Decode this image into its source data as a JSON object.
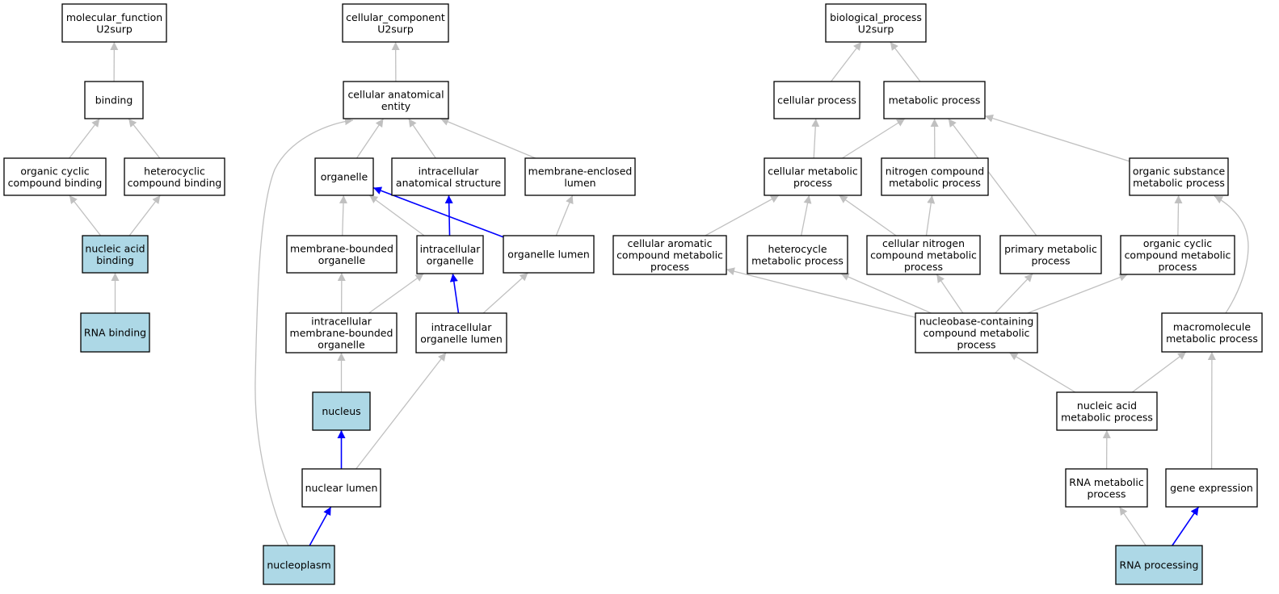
{
  "colors": {
    "default_fill": "#ffffff",
    "highlight_fill": "#add8e6",
    "edge_grey": "#c0c0c0",
    "edge_blue": "#0000ff",
    "border": "#000000"
  },
  "nodes": [
    {
      "id": "mf",
      "lines": [
        "molecular_function",
        "U2surp"
      ],
      "highlight": false
    },
    {
      "id": "binding",
      "lines": [
        "binding"
      ],
      "highlight": false
    },
    {
      "id": "ocb",
      "lines": [
        "organic cyclic",
        "compound binding"
      ],
      "highlight": false
    },
    {
      "id": "hcb",
      "lines": [
        "heterocyclic",
        "compound binding"
      ],
      "highlight": false
    },
    {
      "id": "nab",
      "lines": [
        "nucleic acid",
        "binding"
      ],
      "highlight": true
    },
    {
      "id": "rnab",
      "lines": [
        "RNA binding"
      ],
      "highlight": true
    },
    {
      "id": "cc",
      "lines": [
        "cellular_component",
        "U2surp"
      ],
      "highlight": false
    },
    {
      "id": "cae",
      "lines": [
        "cellular anatomical",
        "entity"
      ],
      "highlight": false
    },
    {
      "id": "organelle",
      "lines": [
        "organelle"
      ],
      "highlight": false
    },
    {
      "id": "ias",
      "lines": [
        "intracellular",
        "anatomical structure"
      ],
      "highlight": false
    },
    {
      "id": "mel",
      "lines": [
        "membrane-enclosed",
        "lumen"
      ],
      "highlight": false
    },
    {
      "id": "mbo",
      "lines": [
        "membrane-bounded",
        "organelle"
      ],
      "highlight": false
    },
    {
      "id": "io",
      "lines": [
        "intracellular",
        "organelle"
      ],
      "highlight": false
    },
    {
      "id": "ol",
      "lines": [
        "organelle lumen"
      ],
      "highlight": false
    },
    {
      "id": "imbo",
      "lines": [
        "intracellular",
        "membrane-bounded",
        "organelle"
      ],
      "highlight": false
    },
    {
      "id": "iol",
      "lines": [
        "intracellular",
        "organelle lumen"
      ],
      "highlight": false
    },
    {
      "id": "nucleus",
      "lines": [
        "nucleus"
      ],
      "highlight": true
    },
    {
      "id": "nl",
      "lines": [
        "nuclear lumen"
      ],
      "highlight": false
    },
    {
      "id": "np",
      "lines": [
        "nucleoplasm"
      ],
      "highlight": true
    },
    {
      "id": "bp",
      "lines": [
        "biological_process",
        "U2surp"
      ],
      "highlight": false
    },
    {
      "id": "cp",
      "lines": [
        "cellular process"
      ],
      "highlight": false
    },
    {
      "id": "mp",
      "lines": [
        "metabolic process"
      ],
      "highlight": false
    },
    {
      "id": "cmp",
      "lines": [
        "cellular metabolic",
        "process"
      ],
      "highlight": false
    },
    {
      "id": "ncmp",
      "lines": [
        "nitrogen compound",
        "metabolic process"
      ],
      "highlight": false
    },
    {
      "id": "osmp",
      "lines": [
        "organic substance",
        "metabolic process"
      ],
      "highlight": false
    },
    {
      "id": "cacmp",
      "lines": [
        "cellular aromatic",
        "compound metabolic",
        "process"
      ],
      "highlight": false
    },
    {
      "id": "hmp",
      "lines": [
        "heterocycle",
        "metabolic process"
      ],
      "highlight": false
    },
    {
      "id": "cncmp",
      "lines": [
        "cellular nitrogen",
        "compound metabolic",
        "process"
      ],
      "highlight": false
    },
    {
      "id": "pmp",
      "lines": [
        "primary metabolic",
        "process"
      ],
      "highlight": false
    },
    {
      "id": "occmp",
      "lines": [
        "organic cyclic",
        "compound metabolic",
        "process"
      ],
      "highlight": false
    },
    {
      "id": "nbccmp",
      "lines": [
        "nucleobase-containing",
        "compound metabolic",
        "process"
      ],
      "highlight": false
    },
    {
      "id": "mmp",
      "lines": [
        "macromolecule",
        "metabolic process"
      ],
      "highlight": false
    },
    {
      "id": "namp",
      "lines": [
        "nucleic acid",
        "metabolic process"
      ],
      "highlight": false
    },
    {
      "id": "rnamp",
      "lines": [
        "RNA metabolic",
        "process"
      ],
      "highlight": false
    },
    {
      "id": "ge",
      "lines": [
        "gene expression"
      ],
      "highlight": false
    },
    {
      "id": "rnap",
      "lines": [
        "RNA processing"
      ],
      "highlight": true
    }
  ],
  "edges": [
    {
      "from": "binding",
      "to": "mf",
      "color": "grey"
    },
    {
      "from": "ocb",
      "to": "binding",
      "color": "grey"
    },
    {
      "from": "hcb",
      "to": "binding",
      "color": "grey"
    },
    {
      "from": "nab",
      "to": "ocb",
      "color": "grey"
    },
    {
      "from": "nab",
      "to": "hcb",
      "color": "grey"
    },
    {
      "from": "rnab",
      "to": "nab",
      "color": "grey"
    },
    {
      "from": "cae",
      "to": "cc",
      "color": "grey"
    },
    {
      "from": "organelle",
      "to": "cae",
      "color": "grey"
    },
    {
      "from": "ias",
      "to": "cae",
      "color": "grey"
    },
    {
      "from": "mel",
      "to": "cae",
      "color": "grey"
    },
    {
      "from": "np",
      "to": "cae",
      "color": "grey"
    },
    {
      "from": "mbo",
      "to": "organelle",
      "color": "grey"
    },
    {
      "from": "io",
      "to": "organelle",
      "color": "grey"
    },
    {
      "from": "ol",
      "to": "organelle",
      "color": "blue"
    },
    {
      "from": "io",
      "to": "ias",
      "color": "blue"
    },
    {
      "from": "ol",
      "to": "mel",
      "color": "grey"
    },
    {
      "from": "imbo",
      "to": "mbo",
      "color": "grey"
    },
    {
      "from": "imbo",
      "to": "io",
      "color": "grey"
    },
    {
      "from": "iol",
      "to": "io",
      "color": "blue"
    },
    {
      "from": "iol",
      "to": "ol",
      "color": "grey"
    },
    {
      "from": "nucleus",
      "to": "imbo",
      "color": "grey"
    },
    {
      "from": "nl",
      "to": "nucleus",
      "color": "blue"
    },
    {
      "from": "nl",
      "to": "iol",
      "color": "grey"
    },
    {
      "from": "np",
      "to": "nl",
      "color": "blue"
    },
    {
      "from": "cp",
      "to": "bp",
      "color": "grey"
    },
    {
      "from": "mp",
      "to": "bp",
      "color": "grey"
    },
    {
      "from": "cmp",
      "to": "cp",
      "color": "grey"
    },
    {
      "from": "cmp",
      "to": "mp",
      "color": "grey"
    },
    {
      "from": "ncmp",
      "to": "mp",
      "color": "grey"
    },
    {
      "from": "osmp",
      "to": "mp",
      "color": "grey"
    },
    {
      "from": "pmp",
      "to": "mp",
      "color": "grey"
    },
    {
      "from": "cacmp",
      "to": "cmp",
      "color": "grey"
    },
    {
      "from": "hmp",
      "to": "cmp",
      "color": "grey"
    },
    {
      "from": "cncmp",
      "to": "cmp",
      "color": "grey"
    },
    {
      "from": "cncmp",
      "to": "ncmp",
      "color": "grey"
    },
    {
      "from": "occmp",
      "to": "osmp",
      "color": "grey"
    },
    {
      "from": "mmp",
      "to": "osmp",
      "color": "grey"
    },
    {
      "from": "nbccmp",
      "to": "cacmp",
      "color": "grey"
    },
    {
      "from": "nbccmp",
      "to": "hmp",
      "color": "grey"
    },
    {
      "from": "nbccmp",
      "to": "cncmp",
      "color": "grey"
    },
    {
      "from": "nbccmp",
      "to": "pmp",
      "color": "grey"
    },
    {
      "from": "nbccmp",
      "to": "occmp",
      "color": "grey"
    },
    {
      "from": "namp",
      "to": "nbccmp",
      "color": "grey"
    },
    {
      "from": "namp",
      "to": "mmp",
      "color": "grey"
    },
    {
      "from": "rnamp",
      "to": "namp",
      "color": "grey"
    },
    {
      "from": "ge",
      "to": "mmp",
      "color": "grey"
    },
    {
      "from": "rnap",
      "to": "rnamp",
      "color": "grey"
    },
    {
      "from": "rnap",
      "to": "ge",
      "color": "blue"
    }
  ]
}
